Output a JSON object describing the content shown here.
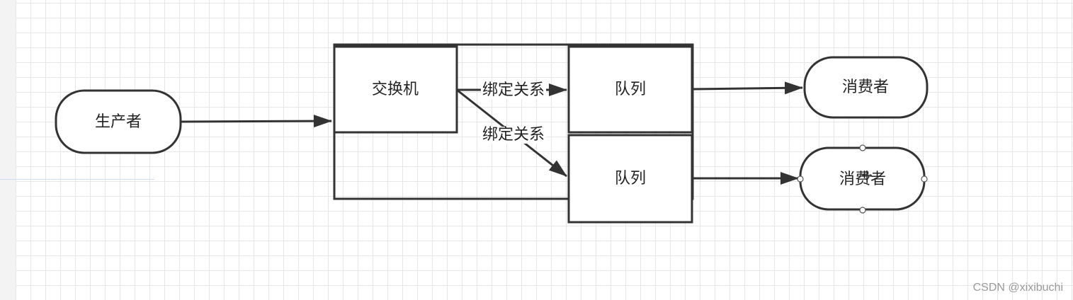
{
  "nodes": {
    "producer": "生产者",
    "exchange": "交换机",
    "queue_top": "队列",
    "queue_bottom": "队列",
    "consumer_top": "消费者",
    "consumer_bottom": "消费者"
  },
  "edges": {
    "binding_top": "绑定关系",
    "binding_bottom": "绑定关系"
  },
  "watermark": "CSDN @xixibuchi",
  "colors": {
    "stroke": "#333333",
    "grid": "#e6e6e6",
    "handle": "#ffffff"
  }
}
